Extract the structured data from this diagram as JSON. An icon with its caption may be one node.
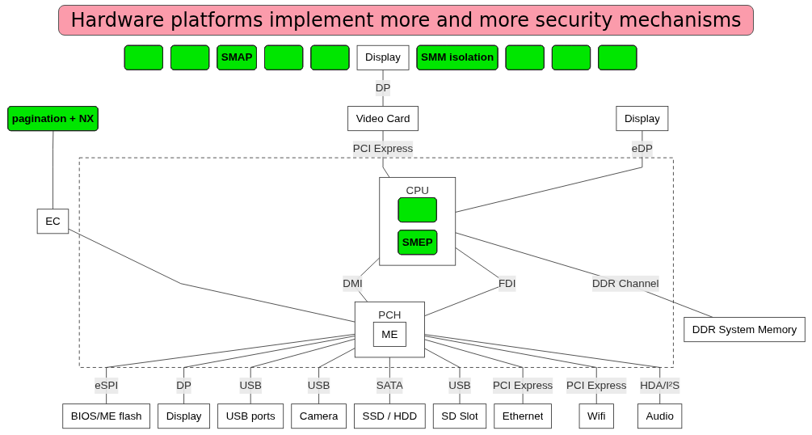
{
  "diagram": {
    "nodes": [
      {
        "text": [
          "Display"
        ]
      },
      {
        "text": [],
        "shape": "box"
      },
      {
        "text": [
          "CPU"
        ],
        "in": 1
      },
      {
        "text": [],
        "shape": "box"
      },
      {
        "text": [],
        "shape": "box"
      },
      {
        "text": [
          "SMAP"
        ]
      },
      {
        "text": [],
        "shape": "box"
      },
      {
        "text": [],
        "shape": "box",
        "in": 2
      },
      {
        "text": [
          "SMEP"
        ],
        "in": 2
      },
      {
        "text": [],
        "shape": "box"
      },
      {
        "text": [
          "DDR System Memory"
        ]
      },
      {
        "text": [
          "Display"
        ]
      },
      {
        "text": [
          "SMM isolation"
        ]
      },
      {
        "text": [
          "pagination + NX"
        ]
      },
      {
        "text": [],
        "shape": "box"
      },
      {
        "text": [
          "EC"
        ]
      },
      {
        "text": [
          "Video Card"
        ]
      },
      {
        "text": [
          "BIOS/ME flash"
        ]
      },
      {
        "text": [
          "Display"
        ]
      },
      {
        "text": [
          "PCH"
        ],
        "in": 1
      },
      {
        "text": [
          "ME"
        ],
        "in": 19
      },
      {
        "text": [],
        "shape": "box"
      },
      {
        "text": [
          "USB ports"
        ]
      },
      {
        "text": [],
        "shape": "box"
      },
      {
        "text": [
          "Camera"
        ]
      },
      {
        "text": [
          "SSD / HDD"
        ]
      },
      {
        "text": [
          "Audio"
        ]
      },
      {
        "text": [
          "SD Slot"
        ]
      },
      {
        "text": [
          "Ethernet"
        ]
      },
      {
        "text": [
          "Wifi"
        ]
      }
    ],
    "edges": [
      {
        "from": 0,
        "to": 2,
        "arrow": "none",
        "label": "eDP"
      },
      {
        "from": 11,
        "to": 16,
        "arrow": "none",
        "label": "DP"
      },
      {
        "from": 16,
        "to": 2,
        "arrow": "none",
        "label": "PCI Express"
      },
      {
        "from": 2,
        "to": 10,
        "arrow": "none",
        "label": "DDR Channel"
      },
      {
        "from": 2,
        "to": 19,
        "arrow": "none",
        "label": "FDI"
      },
      {
        "from": 2,
        "to": 19,
        "arrow": "none",
        "label": "DMI"
      },
      {
        "from": 13,
        "to": 15,
        "arrow": "none"
      },
      {
        "from": 15,
        "to": 19,
        "arrow": "none"
      },
      {
        "from": 19,
        "to": 17,
        "arrow": "none",
        "label": "eSPI"
      },
      {
        "from": 19,
        "to": 18,
        "arrow": "none",
        "label": "DP"
      },
      {
        "from": 19,
        "to": 22,
        "arrow": "none",
        "label": "USB"
      },
      {
        "from": 19,
        "to": 24,
        "arrow": "none",
        "label": "USB"
      },
      {
        "from": 19,
        "to": 25,
        "arrow": "none",
        "label": "SATA"
      },
      {
        "from": 19,
        "to": 27,
        "arrow": "none",
        "label": "USB"
      },
      {
        "from": 19,
        "to": 28,
        "arrow": "none",
        "label": "PCI Express"
      },
      {
        "from": 19,
        "to": 29,
        "arrow": "none",
        "label": "PCI Express"
      },
      {
        "from": 19,
        "to": 26,
        "arrow": "none",
        "label": "HDA/I²S"
      }
    ],
    "labels": [
      "Hardware platforms implement more and more security mechanisms"
    ]
  }
}
